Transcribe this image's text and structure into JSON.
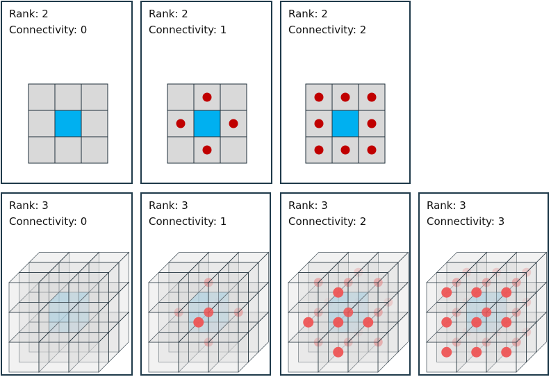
{
  "colors": {
    "panel_border": "#1f3a4a",
    "cell_fill": "#d9d9d9",
    "cell_stroke": "#1f2f3a",
    "center_2d": "#00b0f0",
    "center_3d": "#9ecfe6",
    "neighbor_dot_2d": "#c00000",
    "neighbor_dot_3d": "#ee5555"
  },
  "panels": [
    {
      "rank_label": "Rank: 2",
      "connectivity_label": "Connectivity: 0",
      "rank": 2,
      "connectivity": 0
    },
    {
      "rank_label": "Rank: 2",
      "connectivity_label": "Connectivity: 1",
      "rank": 2,
      "connectivity": 1
    },
    {
      "rank_label": "Rank: 2",
      "connectivity_label": "Connectivity: 2",
      "rank": 2,
      "connectivity": 2
    },
    {
      "rank_label": "Rank: 3",
      "connectivity_label": "Connectivity: 0",
      "rank": 3,
      "connectivity": 0
    },
    {
      "rank_label": "Rank: 3",
      "connectivity_label": "Connectivity: 1",
      "rank": 3,
      "connectivity": 1
    },
    {
      "rank_label": "Rank: 3",
      "connectivity_label": "Connectivity: 2",
      "rank": 3,
      "connectivity": 2
    },
    {
      "rank_label": "Rank: 3",
      "connectivity_label": "Connectivity: 3",
      "rank": 3,
      "connectivity": 3
    }
  ]
}
